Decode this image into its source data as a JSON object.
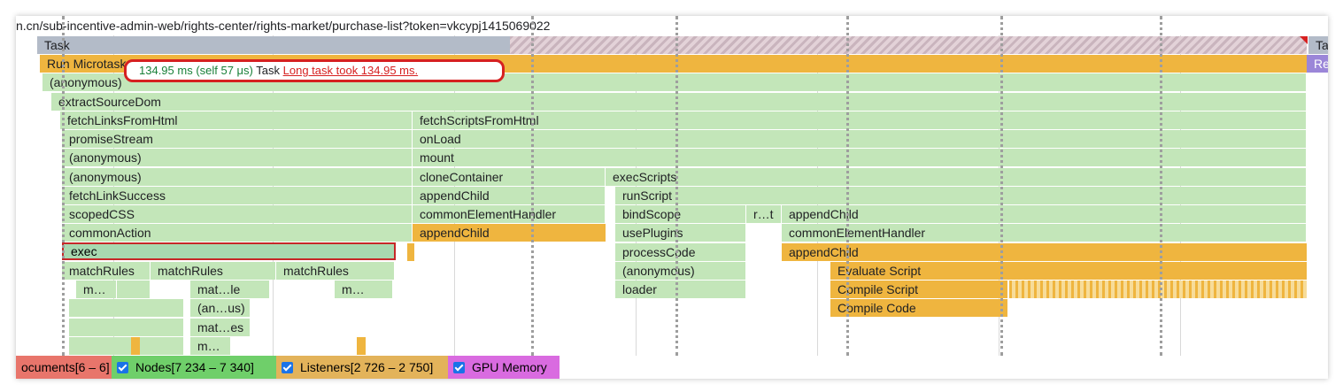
{
  "url": "n.cn/sub-incentive-admin-web/rights-center/rights-market/purchase-list?token=vkcypj1415069022",
  "tooltip": {
    "time": "134.95 ms (self 57 μs)",
    "name": "Task",
    "warning": "Long task took 134.95 ms."
  },
  "flame": {
    "task": "Task",
    "task_right": "Ta",
    "run_microtasks": "Run Microtask",
    "right_purple": "Re",
    "anonymous": "(anonymous)",
    "extract": "extractSourceDom",
    "col1": [
      "fetchLinksFromHtml",
      "promiseStream",
      "(anonymous)",
      "(anonymous)",
      "fetchLinkSuccess",
      "scopedCSS",
      "commonAction"
    ],
    "exec": "exec",
    "match_rules": [
      "matchRules",
      "matchRules",
      "matchRules"
    ],
    "small": [
      "m…",
      "mat…le",
      "m…",
      "(an…us)",
      "mat…es",
      "m…"
    ],
    "col2": [
      "fetchScriptsFromHtml",
      "onLoad",
      "mount",
      "cloneContainer",
      "appendChild",
      "commonElementHandler",
      "appendChild"
    ],
    "col3": [
      "execScripts",
      "runScript",
      "bindScope",
      "usePlugins",
      "processCode",
      "(anonymous)",
      "loader"
    ],
    "col4_short": "r…t",
    "col4": [
      "appendChild",
      "commonElementHandler",
      "appendChild",
      "Evaluate Script",
      "Compile Script",
      "Compile Code"
    ]
  },
  "legend": [
    {
      "label": "ocuments[6 – 6]",
      "color": "#e8756b",
      "checkbox": false
    },
    {
      "label": "Nodes[7 234 – 7 340]",
      "color": "#6fcf6a",
      "checkbox": true
    },
    {
      "label": "Listeners[2 726 – 2 750]",
      "color": "#e3b35a",
      "checkbox": true
    },
    {
      "label": "GPU Memory",
      "color": "#d96be0",
      "checkbox": true
    }
  ]
}
